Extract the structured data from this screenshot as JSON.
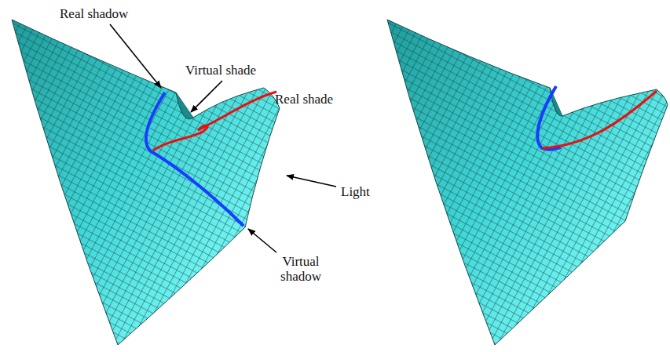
{
  "diagram": {
    "labels": [
      "Real shadow",
      "Virtual shade",
      "Real shade",
      "Light",
      "Virtual shadow"
    ]
  }
}
